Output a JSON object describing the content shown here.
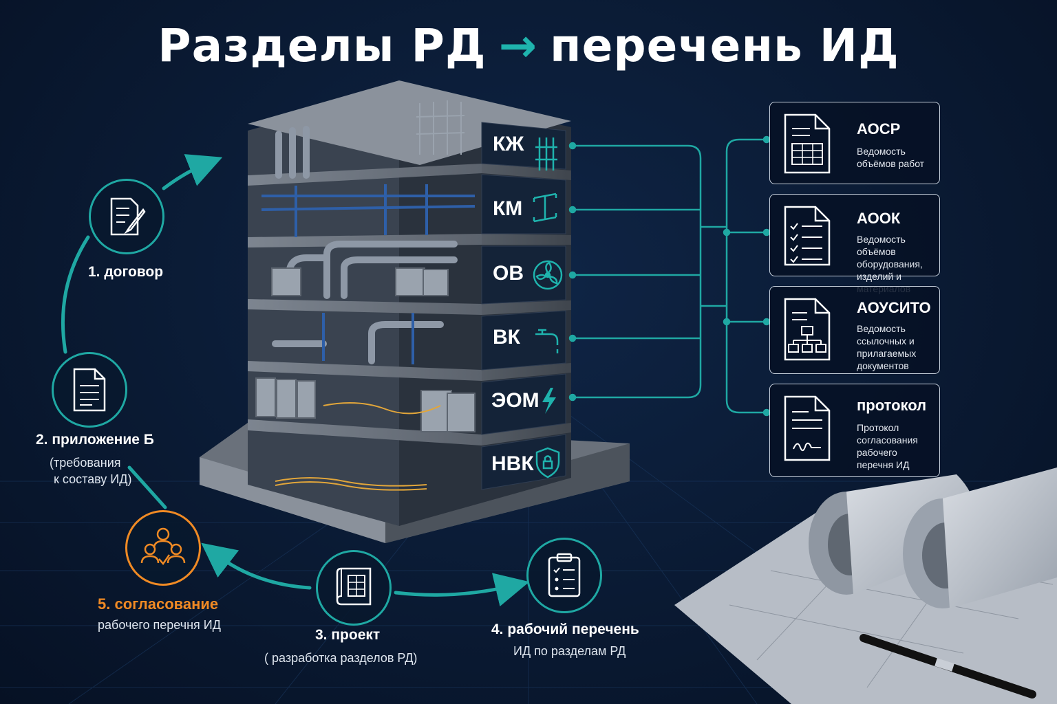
{
  "title": {
    "left": "Разделы РД",
    "arrow": "→",
    "right": "перечень ИД"
  },
  "sections": [
    {
      "code": "КЖ",
      "icon": "rebar-icon"
    },
    {
      "code": "КМ",
      "icon": "steel-beam-icon"
    },
    {
      "code": "ОВ",
      "icon": "fan-icon"
    },
    {
      "code": "ВК",
      "icon": "faucet-icon"
    },
    {
      "code": "ЭОМ",
      "icon": "lightning-icon"
    },
    {
      "code": "НВК",
      "icon": "shield-lock-icon"
    }
  ],
  "documents": [
    {
      "title": "АОСР",
      "description": "Ведомость объёмов работ",
      "icon": "table-document-icon"
    },
    {
      "title": "АООК",
      "description": "Ведомость объёмов оборудования, изделий и материалов",
      "icon": "checklist-document-icon"
    },
    {
      "title": "АОУСИТО",
      "description": "Ведомость ссылочных и прилагаемых документов",
      "icon": "hierarchy-document-icon"
    },
    {
      "title": "протокол",
      "description": "Протокол согласования рабочего перечня ИД",
      "icon": "signed-document-icon"
    }
  ],
  "steps": {
    "step1": {
      "label": "1. договор",
      "icon": "contract-pen-icon"
    },
    "step2": {
      "label": "2. приложение Б",
      "sub1": "(требования",
      "sub2": "к составу ИД)",
      "icon": "document-icon"
    },
    "step3": {
      "label": "3. проект",
      "sub1": "( разработка разделов РД)",
      "icon": "blueprint-icon"
    },
    "step4": {
      "label": "4. рабочий перечень",
      "sub1": "ИД по разделам РД",
      "icon": "clipboard-checklist-icon"
    },
    "step5": {
      "label": "5. согласование",
      "sub1": "рабочего перечня ИД",
      "icon": "people-approval-icon"
    }
  },
  "colors": {
    "accent": "#1fa8a3",
    "highlight": "#f08a24",
    "background": "#0a1a33"
  }
}
